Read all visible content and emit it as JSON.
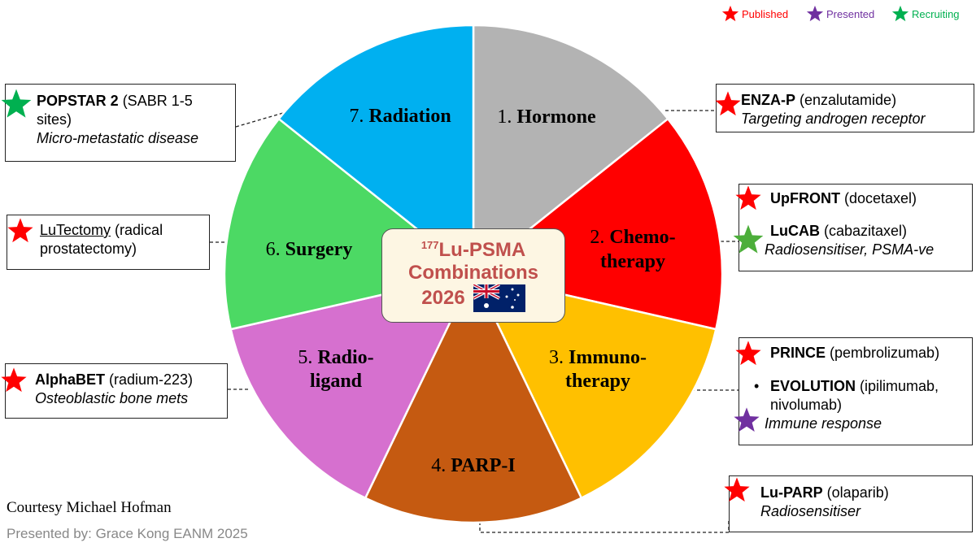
{
  "center": {
    "isotope_sup": "177",
    "line1": "Lu-PSMA",
    "line2": "Combinations",
    "line3": "2026"
  },
  "segments": [
    {
      "num": "1.",
      "name": "Hormone",
      "line2": "",
      "color": "#b3b3b3"
    },
    {
      "num": "2.",
      "name": "Chemo-",
      "line2": "therapy",
      "color": "#ff0000"
    },
    {
      "num": "3.",
      "name": "Immuno-",
      "line2": "therapy",
      "color": "#ffc000"
    },
    {
      "num": "4.",
      "name": "PARP-I",
      "line2": "",
      "color": "#c55a11"
    },
    {
      "num": "5.",
      "name": "Radio-",
      "line2": "ligand",
      "color": "#d670cf"
    },
    {
      "num": "6.",
      "name": "Surgery",
      "line2": "",
      "color": "#4cd964"
    },
    {
      "num": "7.",
      "name": "Radiation",
      "line2": "",
      "color": "#00b0f0"
    }
  ],
  "legend": [
    {
      "label": "Published",
      "color": "#ff0000"
    },
    {
      "label": "Presented",
      "color": "#7030a0"
    },
    {
      "label": "Recruiting",
      "color": "#00b050"
    }
  ],
  "trials": {
    "enza_p": {
      "name": "ENZA-P",
      "detail": " (enzalutamide)",
      "note": "Targeting androgen receptor"
    },
    "upfront": {
      "name": "UpFRONT",
      "detail": " (docetaxel)"
    },
    "lucab": {
      "name": "LuCAB",
      "detail": " (cabazitaxel)",
      "note": "Radiosensitiser, PSMA-ve"
    },
    "prince": {
      "name": "PRINCE",
      "detail": " (pembrolizumab)"
    },
    "evolution": {
      "bullet": "•",
      "name": "EVOLUTION",
      "detail": " (ipilimumab,",
      "detail2": "nivolumab)",
      "note": "Immune response"
    },
    "lu_parp": {
      "name": "Lu-PARP",
      "detail": " (olaparib)",
      "note": "Radiosensitiser"
    },
    "alphabet": {
      "name": "AlphaBET",
      "detail": " (radium-223)",
      "note": "Osteoblastic bone mets"
    },
    "lutectomy": {
      "name": "LuTectomy",
      "detail": " (radical",
      "detail2": "prostatectomy)"
    },
    "popstar2": {
      "name": "POPSTAR 2",
      "detail": " (SABR 1-5",
      "detail2": "sites)",
      "note": "Micro-metastatic disease"
    }
  },
  "footer": {
    "courtesy": "Courtesy Michael Hofman",
    "presented_by": "Presented by: Grace Kong EANM 2025"
  }
}
